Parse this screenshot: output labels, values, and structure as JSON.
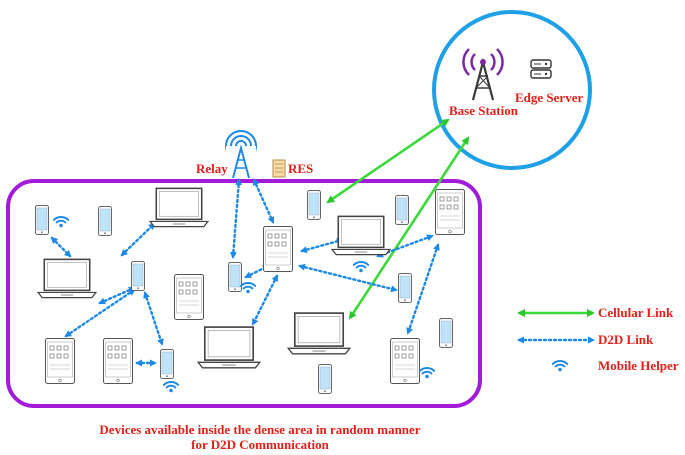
{
  "labels": {
    "base_station": "Base Station",
    "edge_server": "Edge Server",
    "relay": "Relay",
    "res": "RES"
  },
  "legend": {
    "cellular_link": "Cellular Link",
    "d2d_link": "D2D Link",
    "mobile_helper": "Mobile Helper"
  },
  "caption": {
    "line1": "Devices available inside the dense area in random manner",
    "line2": "for D2D Communication"
  },
  "colors": {
    "area_border": "#a21bd9",
    "cloud_circle": "#1fa0e6",
    "cellular_link": "#3bd93b",
    "d2d_link": "#1e88e5",
    "text": "#e0201b",
    "tower": "#7a2aa0"
  }
}
